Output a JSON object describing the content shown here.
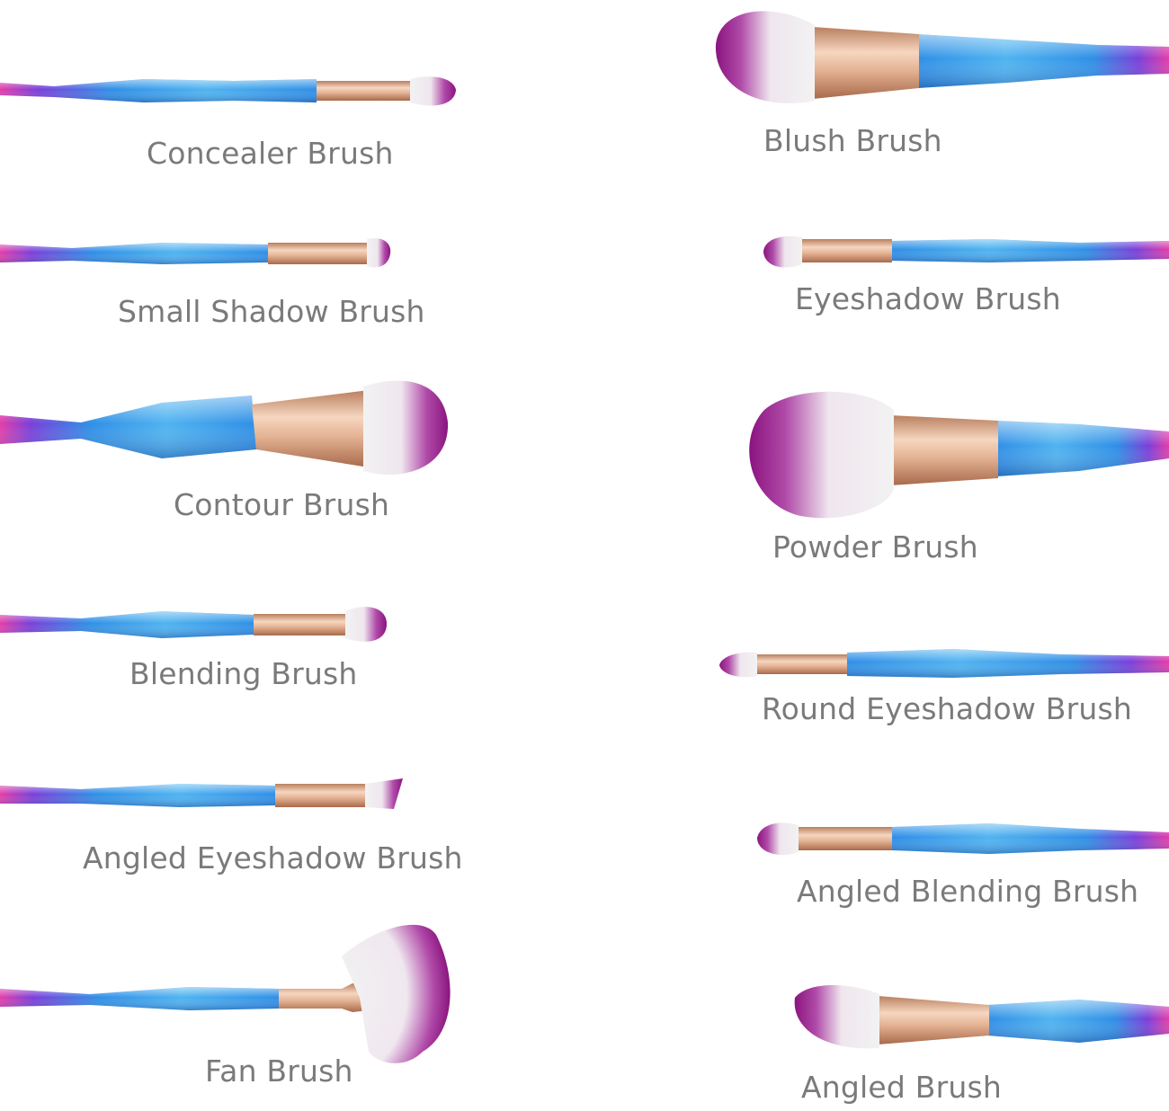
{
  "image": {
    "subject": "makeup-brush-set",
    "background_color": "#ffffff",
    "label_color": "#7a7a7a"
  },
  "colors": {
    "handle_blue": "#2f8fe6",
    "handle_cyan": "#6fd3f7",
    "handle_purple": "#7a3fd9",
    "handle_pink": "#e23da8",
    "ferrule_gold": "#e4b394",
    "ferrule_dark": "#b97f5e",
    "bristle_purple": "#9a1b8e",
    "bristle_white": "#f2f2f2"
  },
  "brushes": [
    {
      "id": "concealer",
      "label": "Concealer Brush"
    },
    {
      "id": "small_shadow",
      "label": "Small Shadow Brush"
    },
    {
      "id": "contour",
      "label": "Contour Brush"
    },
    {
      "id": "blending",
      "label": "Blending Brush"
    },
    {
      "id": "angled_eyeshadow",
      "label": "Angled Eyeshadow Brush"
    },
    {
      "id": "fan",
      "label": "Fan Brush"
    },
    {
      "id": "blush",
      "label": "Blush Brush"
    },
    {
      "id": "eyeshadow",
      "label": "Eyeshadow Brush"
    },
    {
      "id": "powder",
      "label": "Powder Brush"
    },
    {
      "id": "round_eyeshadow",
      "label": "Round Eyeshadow Brush"
    },
    {
      "id": "angled_blending",
      "label": "Angled Blending Brush"
    },
    {
      "id": "angled",
      "label": "Angled Brush"
    }
  ]
}
